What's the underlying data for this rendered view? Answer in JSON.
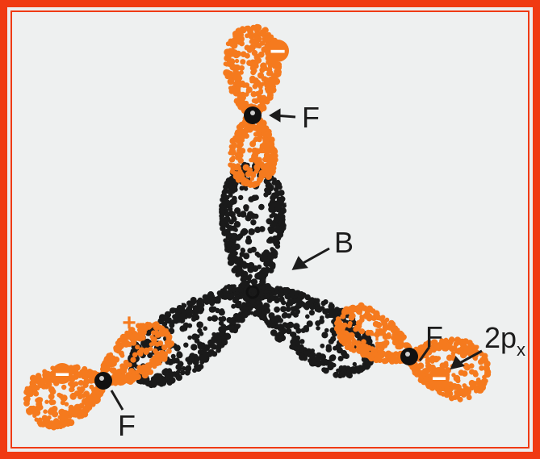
{
  "labels": {
    "f_top": "F",
    "b_center": "B",
    "f_left": "F",
    "f_right": "F",
    "orbital": "2p",
    "orbital_sub": "x"
  },
  "signs": {
    "top_outer": "−",
    "top_inner": "+",
    "center_top": "+",
    "center_left": "+",
    "center_right": "+",
    "left_inner": "+",
    "right_inner": "+",
    "left_outer": "−",
    "right_outer": "−"
  },
  "colors": {
    "orange": "#f57a1e",
    "black": "#1a1a1a",
    "border": "#f03a12"
  }
}
